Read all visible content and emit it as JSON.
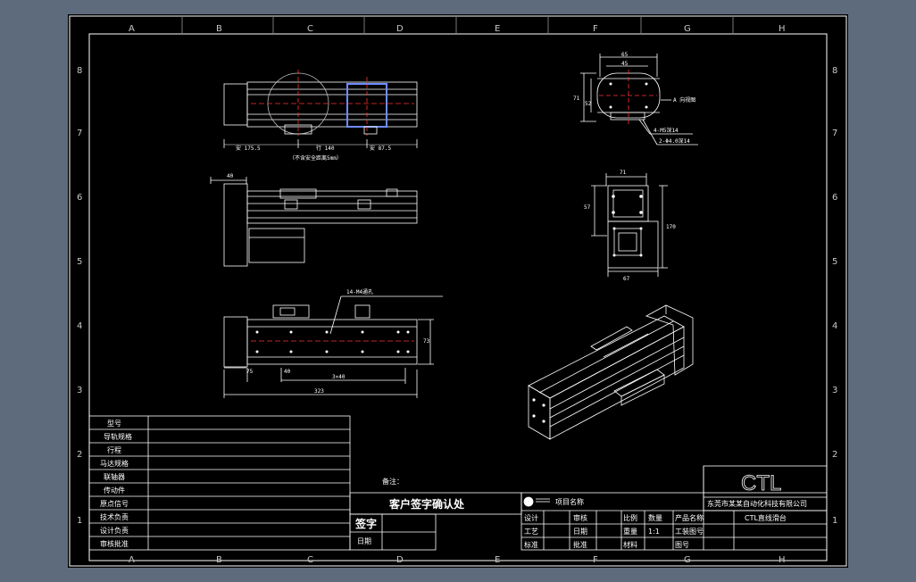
{
  "grid": {
    "columns": [
      "A",
      "B",
      "C",
      "D",
      "E",
      "F",
      "G",
      "H"
    ],
    "rows": [
      "8",
      "7",
      "6",
      "5",
      "4",
      "3",
      "2",
      "1"
    ]
  },
  "top_view": {
    "dim_left": "安 175.5",
    "dim_mid": "行 140",
    "dim_right": "安 87.5",
    "note": "（不含安全距离5mm）"
  },
  "side_view": {
    "dim_top": "40"
  },
  "front_view": {
    "leader_label": "14-M4通孔",
    "dim_right": "73",
    "dim_a": "75",
    "dim_b": "40",
    "dim_c": "3×40",
    "dim_total": "323"
  },
  "end_view": {
    "dim_65": "65",
    "dim_45": "45",
    "dim_left1": "71",
    "dim_left2": "52",
    "arrow_label": "A 向视图",
    "note1": "4-M5深14",
    "note2": "2-Φ4.0深14"
  },
  "motor_view": {
    "dim_top": "71",
    "dim_left": "57",
    "dim_right": "170",
    "dim_bottom": "67"
  },
  "spec_table": {
    "rows": [
      "型号",
      "导轨规格",
      "行程",
      "马达规格",
      "联轴器",
      "传动件",
      "原点信号",
      "技术负责",
      "设计负责",
      "审核批准"
    ]
  },
  "confirm": {
    "note_label": "备注：",
    "title": "客户签字确认处",
    "sign_label": "签字",
    "date_label": "日期"
  },
  "title_block": {
    "logo_text": "CTL",
    "company": "东莞市某某自动化科技有限公司",
    "project_name": "项目名称",
    "product_name_label": "产品名称",
    "product_name": "CTL直线滑台",
    "design": "设计",
    "check": "审核",
    "scale_label": "比例",
    "scale": "1:1",
    "qty_label": "数量",
    "drawing_no_label": "图号",
    "material_label": "材料",
    "approve": "批准",
    "weight_label": "重量",
    "process": "工艺",
    "date": "日期",
    "standard": "标准",
    "drawing_no": "工装图号"
  }
}
